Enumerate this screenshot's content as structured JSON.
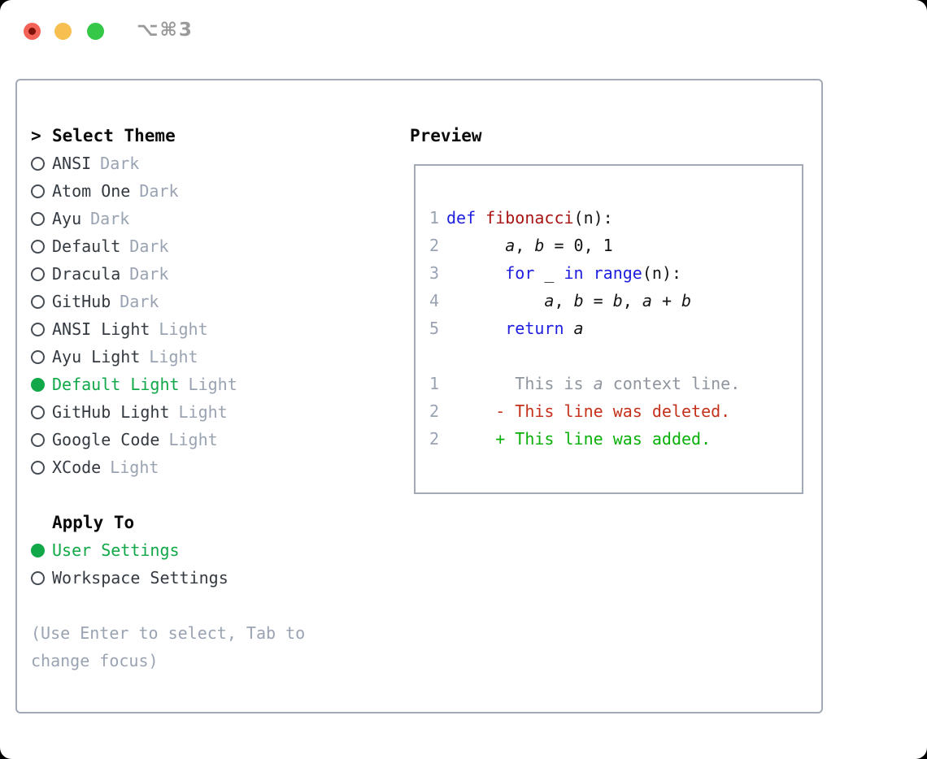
{
  "colors": {
    "accent_green": "#10a848",
    "keyword_blue": "#1e1ee0",
    "function_red": "#a81414",
    "deleted_red": "#c5311a",
    "added_green": "#0ab00a",
    "muted_gray": "#9aa3b2",
    "context_gray": "#8f959e",
    "text_dark": "#343a41",
    "border_gray": "#a2aab5",
    "traffic_red": "#f36257",
    "traffic_yellow": "#f6bf50",
    "traffic_green": "#35c748"
  },
  "titlebar": {
    "shortcut": "⌥⌘3",
    "icons": [
      "close-traffic-light",
      "minimize-traffic-light",
      "zoom-traffic-light"
    ]
  },
  "theme_list": {
    "cursor": ">",
    "header": "Select Theme",
    "items": [
      {
        "name": "ANSI",
        "variant": "Dark",
        "selected": false
      },
      {
        "name": "Atom One",
        "variant": "Dark",
        "selected": false
      },
      {
        "name": "Ayu",
        "variant": "Dark",
        "selected": false
      },
      {
        "name": "Default",
        "variant": "Dark",
        "selected": false
      },
      {
        "name": "Dracula",
        "variant": "Dark",
        "selected": false
      },
      {
        "name": "GitHub",
        "variant": "Dark",
        "selected": false
      },
      {
        "name": "ANSI Light",
        "variant": "Light",
        "selected": false
      },
      {
        "name": "Ayu Light",
        "variant": "Light",
        "selected": false
      },
      {
        "name": "Default Light",
        "variant": "Light",
        "selected": true
      },
      {
        "name": "GitHub Light",
        "variant": "Light",
        "selected": false
      },
      {
        "name": "Google Code",
        "variant": "Light",
        "selected": false
      },
      {
        "name": "XCode",
        "variant": "Light",
        "selected": false
      }
    ]
  },
  "apply_to": {
    "header": "Apply To",
    "options": [
      {
        "label": "User Settings",
        "selected": true
      },
      {
        "label": "Workspace Settings",
        "selected": false
      }
    ]
  },
  "hint": "(Use Enter to select, Tab to change focus)",
  "preview": {
    "header": "Preview",
    "lines": [
      {
        "num": "1",
        "cls": "code",
        "tokens": [
          {
            "c": "kw",
            "t": "def"
          },
          {
            "c": "pl",
            "t": " "
          },
          {
            "c": "fn",
            "t": "fibonacci"
          },
          {
            "c": "pl",
            "t": "(n):"
          }
        ]
      },
      {
        "num": "2",
        "cls": "code",
        "tokens": [
          {
            "c": "pl",
            "t": "      "
          },
          {
            "c": "var",
            "t": "a"
          },
          {
            "c": "pl",
            "t": ", "
          },
          {
            "c": "var",
            "t": "b"
          },
          {
            "c": "pl",
            "t": " = 0, 1"
          }
        ]
      },
      {
        "num": "3",
        "cls": "code",
        "tokens": [
          {
            "c": "pl",
            "t": "      "
          },
          {
            "c": "kw",
            "t": "for"
          },
          {
            "c": "pl",
            "t": " _ "
          },
          {
            "c": "kw",
            "t": "in"
          },
          {
            "c": "pl",
            "t": " "
          },
          {
            "c": "kw",
            "t": "range"
          },
          {
            "c": "pl",
            "t": "(n):"
          }
        ]
      },
      {
        "num": "4",
        "cls": "code",
        "tokens": [
          {
            "c": "pl",
            "t": "          "
          },
          {
            "c": "var",
            "t": "a"
          },
          {
            "c": "pl",
            "t": ", "
          },
          {
            "c": "var",
            "t": "b"
          },
          {
            "c": "pl",
            "t": " = "
          },
          {
            "c": "var",
            "t": "b"
          },
          {
            "c": "pl",
            "t": ", "
          },
          {
            "c": "var",
            "t": "a"
          },
          {
            "c": "pl",
            "t": " + "
          },
          {
            "c": "var",
            "t": "b"
          }
        ]
      },
      {
        "num": "5",
        "cls": "code",
        "tokens": [
          {
            "c": "pl",
            "t": "      "
          },
          {
            "c": "kw",
            "t": "return"
          },
          {
            "c": "pl",
            "t": " "
          },
          {
            "c": "var",
            "t": "a"
          }
        ]
      },
      {
        "num": "",
        "cls": "code",
        "tokens": []
      },
      {
        "num": "1",
        "cls": "context",
        "tokens": [
          {
            "c": "pl",
            "t": "       This is "
          },
          {
            "c": "var",
            "t": "a"
          },
          {
            "c": "pl",
            "t": " context line."
          }
        ]
      },
      {
        "num": "2",
        "cls": "deleted",
        "tokens": [
          {
            "c": "pl",
            "t": "     - This line was deleted."
          }
        ]
      },
      {
        "num": "2",
        "cls": "added",
        "tokens": [
          {
            "c": "pl",
            "t": "     + This line was added."
          }
        ]
      }
    ]
  }
}
